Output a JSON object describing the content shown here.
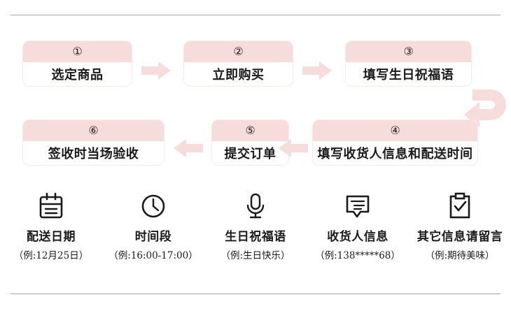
{
  "theme": {
    "pink": "#f7dcdc",
    "divider": "#a8a8a8",
    "text": "#1a1a1a",
    "box_bg": "#ffffff",
    "page_bg": "#ffffff"
  },
  "flow": {
    "row1": [
      {
        "number": "①",
        "label": "选定商品"
      },
      {
        "number": "②",
        "label": "立即购买"
      },
      {
        "number": "③",
        "label": "填写生日祝福语"
      }
    ],
    "row2": [
      {
        "number": "⑥",
        "label": "签收时当场验收"
      },
      {
        "number": "⑤",
        "label": "提交订单"
      },
      {
        "number": "④",
        "label": "填写收货人信息和配送时间"
      }
    ],
    "arrows": {
      "right1": "arrow-right-icon",
      "right2": "arrow-right-icon",
      "uturn": "arrow-uturn-icon",
      "left1": "arrow-left-icon",
      "left2": "arrow-left-icon"
    }
  },
  "icons": [
    {
      "icon": "calendar-icon",
      "title": "配送日期",
      "example": "（例:12月25日）"
    },
    {
      "icon": "clock-icon",
      "title": "时间段",
      "example": "（例:16:00-17:00）"
    },
    {
      "icon": "microphone-icon",
      "title": "生日祝福语",
      "example": "（例:生日快乐）"
    },
    {
      "icon": "message-icon",
      "title": "收货人信息",
      "example": "（例:138*****68）"
    },
    {
      "icon": "clipboard-check-icon",
      "title": "其它信息请留言",
      "example": "（例:期待美味）"
    }
  ]
}
